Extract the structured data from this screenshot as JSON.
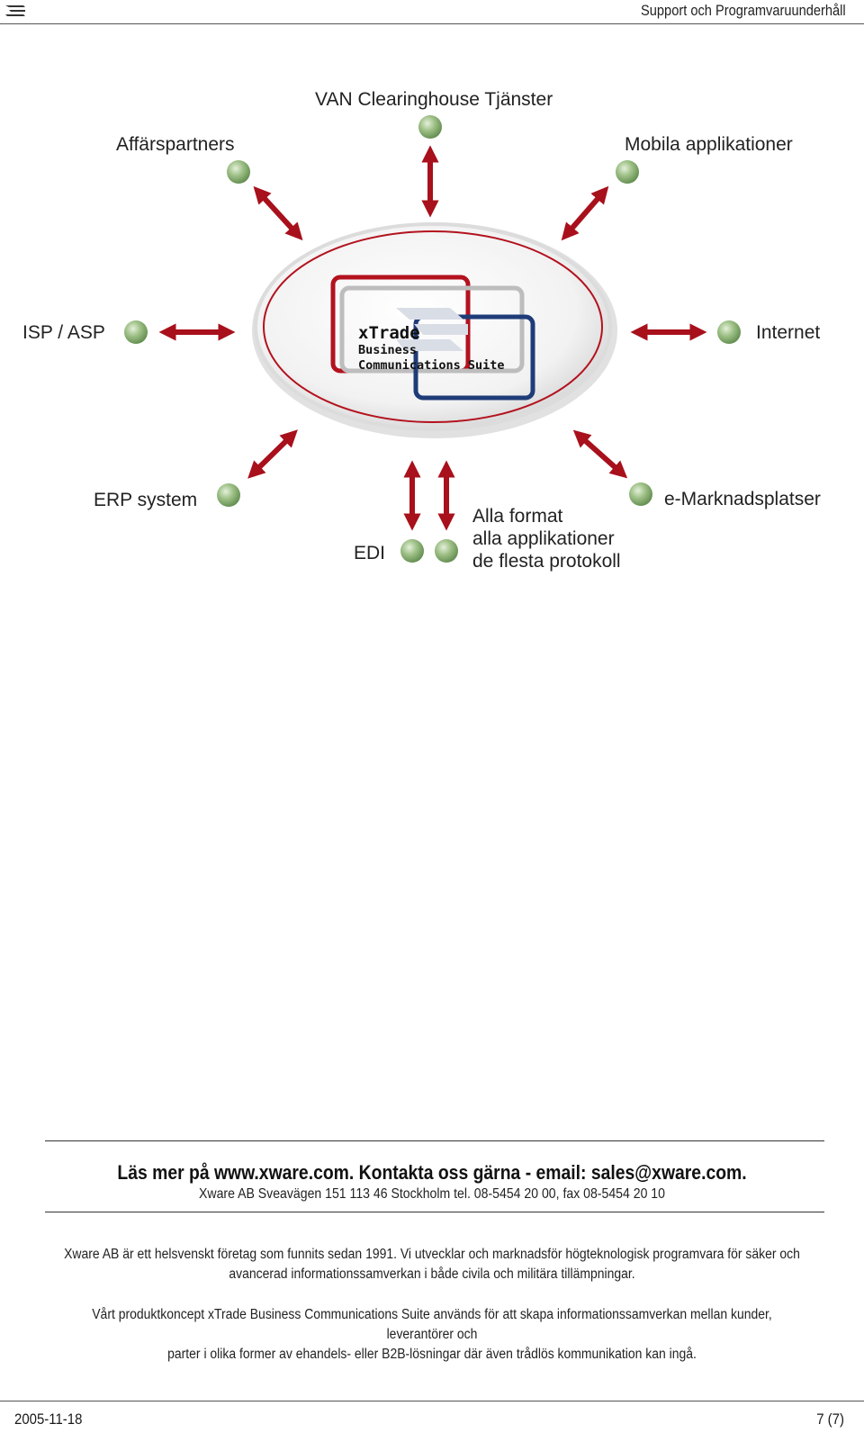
{
  "header": {
    "title": "Support och Programvaruunderhåll",
    "logo_icon": "xware-logo-icon"
  },
  "diagram": {
    "center": {
      "brand": "xTrade",
      "line1": "Business",
      "line2": "Communications Suite"
    },
    "nodes": {
      "van": "VAN Clearinghouse Tjänster",
      "affar": "Affärspartners",
      "mobila": "Mobila applikationer",
      "isp": "ISP / ASP",
      "internet": "Internet",
      "erp": "ERP system",
      "emarknad": "e-Marknadsplatser",
      "edi": "EDI"
    },
    "formats": {
      "line1": "Alla format",
      "line2": "alla applikationer",
      "line3": "de flesta protokoll"
    },
    "colors": {
      "arrow": "#a8101c",
      "node": "#8bb070",
      "ellipse_border": "#b3121e"
    }
  },
  "contact": {
    "main": "Läs mer på www.xware.com. Kontakta oss gärna - email: sales@xware.com.",
    "address": "Xware AB  Sveavägen 151  113 46 Stockholm  tel. 08-5454 20 00, fax 08-5454 20 10"
  },
  "paragraphs": {
    "p1_line1": "Xware AB är ett helsvenskt företag som funnits sedan 1991. Vi utvecklar och marknadsför högteknologisk programvara för säker och",
    "p1_line2": "avancerad informationssamverkan i både civila och militära tillämpningar.",
    "p2_line1": "Vårt produktkoncept xTrade Business Communications Suite används för att skapa informationssamverkan mellan kunder, leverantörer och",
    "p2_line2": "parter i olika former av ehandels- eller B2B-lösningar där även trådlös kommunikation kan ingå."
  },
  "footer": {
    "date": "2005-11-18",
    "page": "7 (7)"
  }
}
